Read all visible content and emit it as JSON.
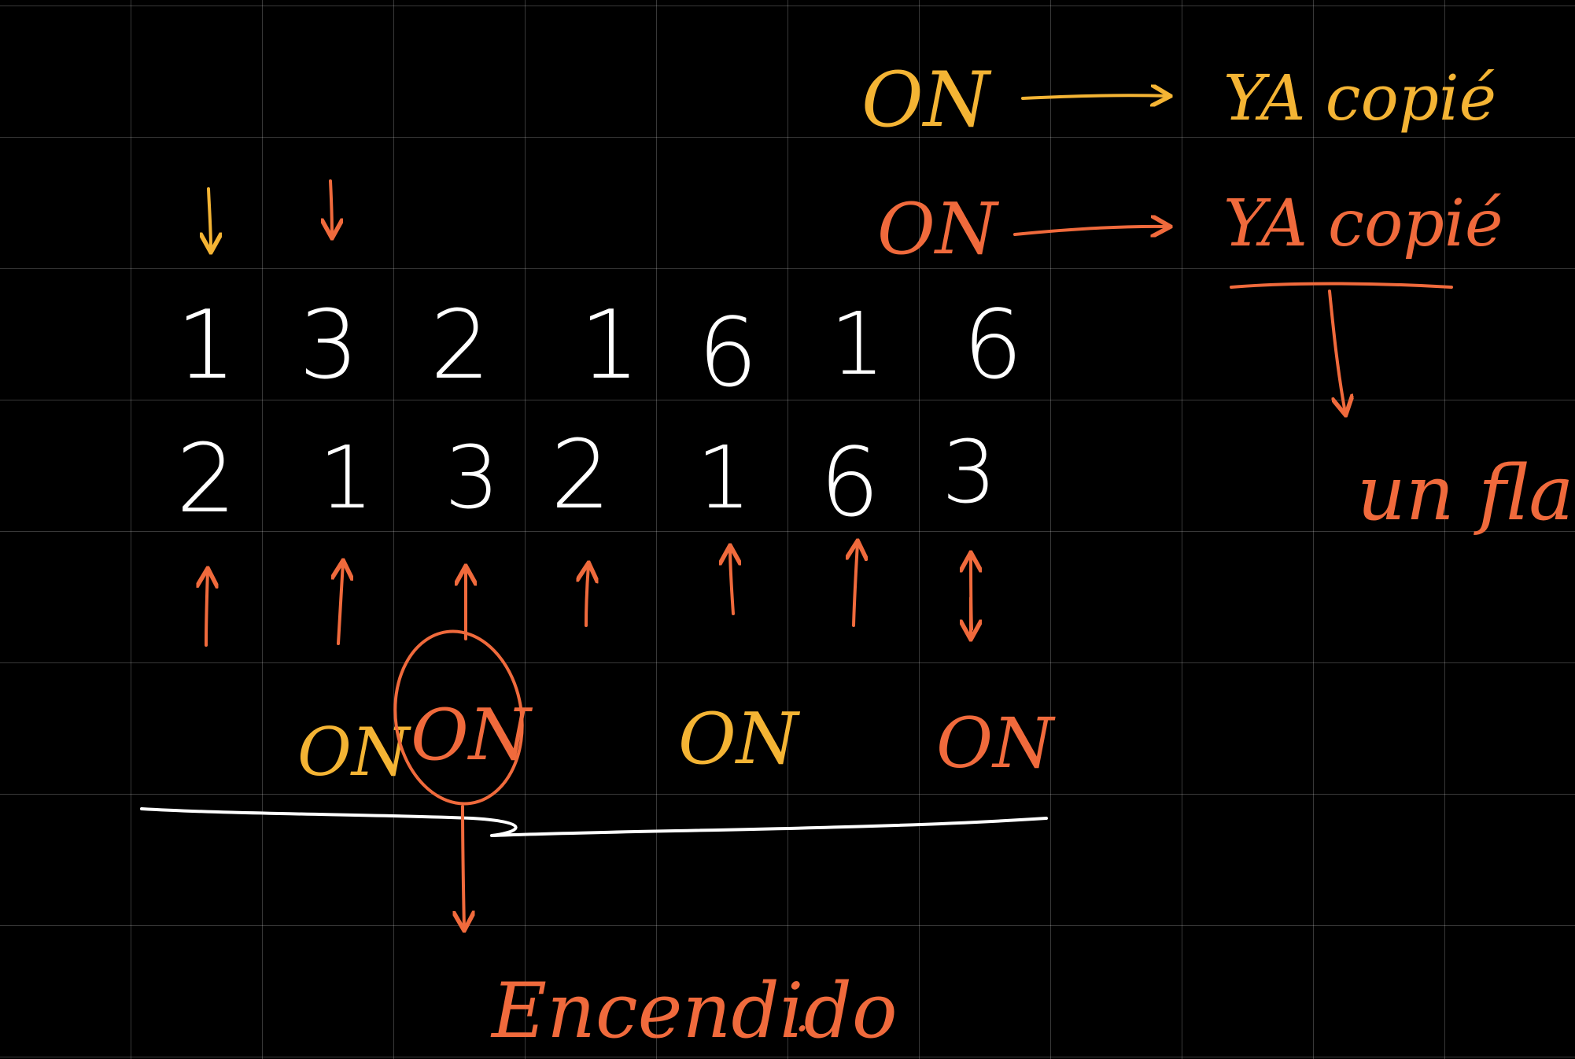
{
  "colors": {
    "yellow": "#f4b434",
    "orange": "#f06a3c",
    "white": "#ffffff"
  },
  "legend": [
    {
      "word": "ON",
      "result": "YA copié",
      "color": "yellow"
    },
    {
      "word": "ON",
      "result": "YA copié",
      "color": "orange"
    }
  ],
  "flag_note": "un flag",
  "row_top": [
    "1",
    "3",
    "2",
    "1",
    "6",
    "1",
    "6"
  ],
  "row_bottom": [
    "2",
    "1",
    "3",
    "2",
    "1",
    "6",
    "3"
  ],
  "on_marks": [
    {
      "text": "ON",
      "color": "yellow"
    },
    {
      "text": "ON",
      "color": "orange"
    },
    {
      "text": "ON",
      "color": "yellow"
    },
    {
      "text": "ON",
      "color": "orange"
    }
  ],
  "result_word": "Encendido",
  "result_punct": "."
}
